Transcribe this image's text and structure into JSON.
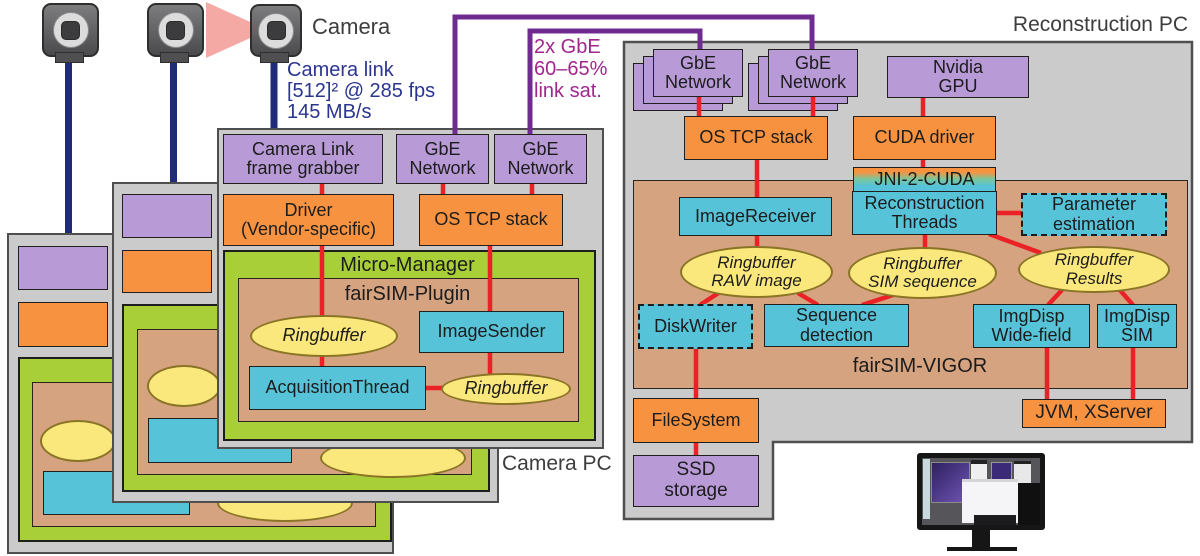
{
  "annotations": {
    "camera": "Camera",
    "camera_link": "Camera link\n[512]² @ 285 fps\n145 MB/s",
    "gbe_link": "2x GbE\n60–65%\nlink sat.",
    "camera_pc_label": "Camera PC",
    "reconstruction_pc_label": "Reconstruction PC"
  },
  "camera_pc": {
    "frame_grabber": "Camera Link\nframe grabber",
    "gbe_network_1": "GbE\nNetwork",
    "gbe_network_2": "GbE\nNetwork",
    "driver": "Driver\n(Vendor-specific)",
    "os_tcp_stack": "OS TCP stack",
    "micro_manager": "Micro-Manager",
    "fairsim_plugin": "fairSIM-Plugin",
    "ringbuffer_1": "Ringbuffer",
    "image_sender": "ImageSender",
    "acquisition_thread": "AcquisitionThread",
    "ringbuffer_2": "Ringbuffer"
  },
  "reconstruction_pc": {
    "gbe_network_1": "GbE\nNetwork",
    "gbe_network_2": "GbE\nNetwork",
    "nvidia_gpu": "Nvidia\nGPU",
    "os_tcp_stack": "OS TCP stack",
    "cuda_driver": "CUDA driver",
    "jni_2_cuda": "JNI-2-CUDA",
    "reconstruction_threads": "Reconstruction\nThreads",
    "parameter_estimation": "Parameter\nestimation",
    "image_receiver": "ImageReceiver",
    "ringbuffer_raw": "Ringbuffer\nRAW image",
    "ringbuffer_sim": "Ringbuffer\nSIM sequence",
    "ringbuffer_results": "Ringbuffer\nResults",
    "diskwriter": "DiskWriter",
    "sequence_detection": "Sequence\ndetection",
    "imgdisp_widefield": "ImgDisp\nWide-field",
    "imgdisp_sim": "ImgDisp\nSIM",
    "jvm_xserver": "JVM, XServer",
    "filesystem": "FileSystem",
    "ssd_storage": "SSD\nstorage",
    "fairsim_vigor": "fairSIM-VIGOR"
  },
  "colors": {
    "pc_gray": "#cbcbcb",
    "module_purple": "#b79ad6",
    "module_orange": "#f79340",
    "module_cyan": "#57c3d8",
    "container_green": "#a8ce38",
    "container_tan": "#d5a37f",
    "buffer_yellow": "#fbe87c",
    "link_red": "#ea2127",
    "link_purple": "#6f2b90",
    "cable_navy": "#1f2c78",
    "text_navy": "#2a3590",
    "text_magenta": "#a2268e"
  }
}
